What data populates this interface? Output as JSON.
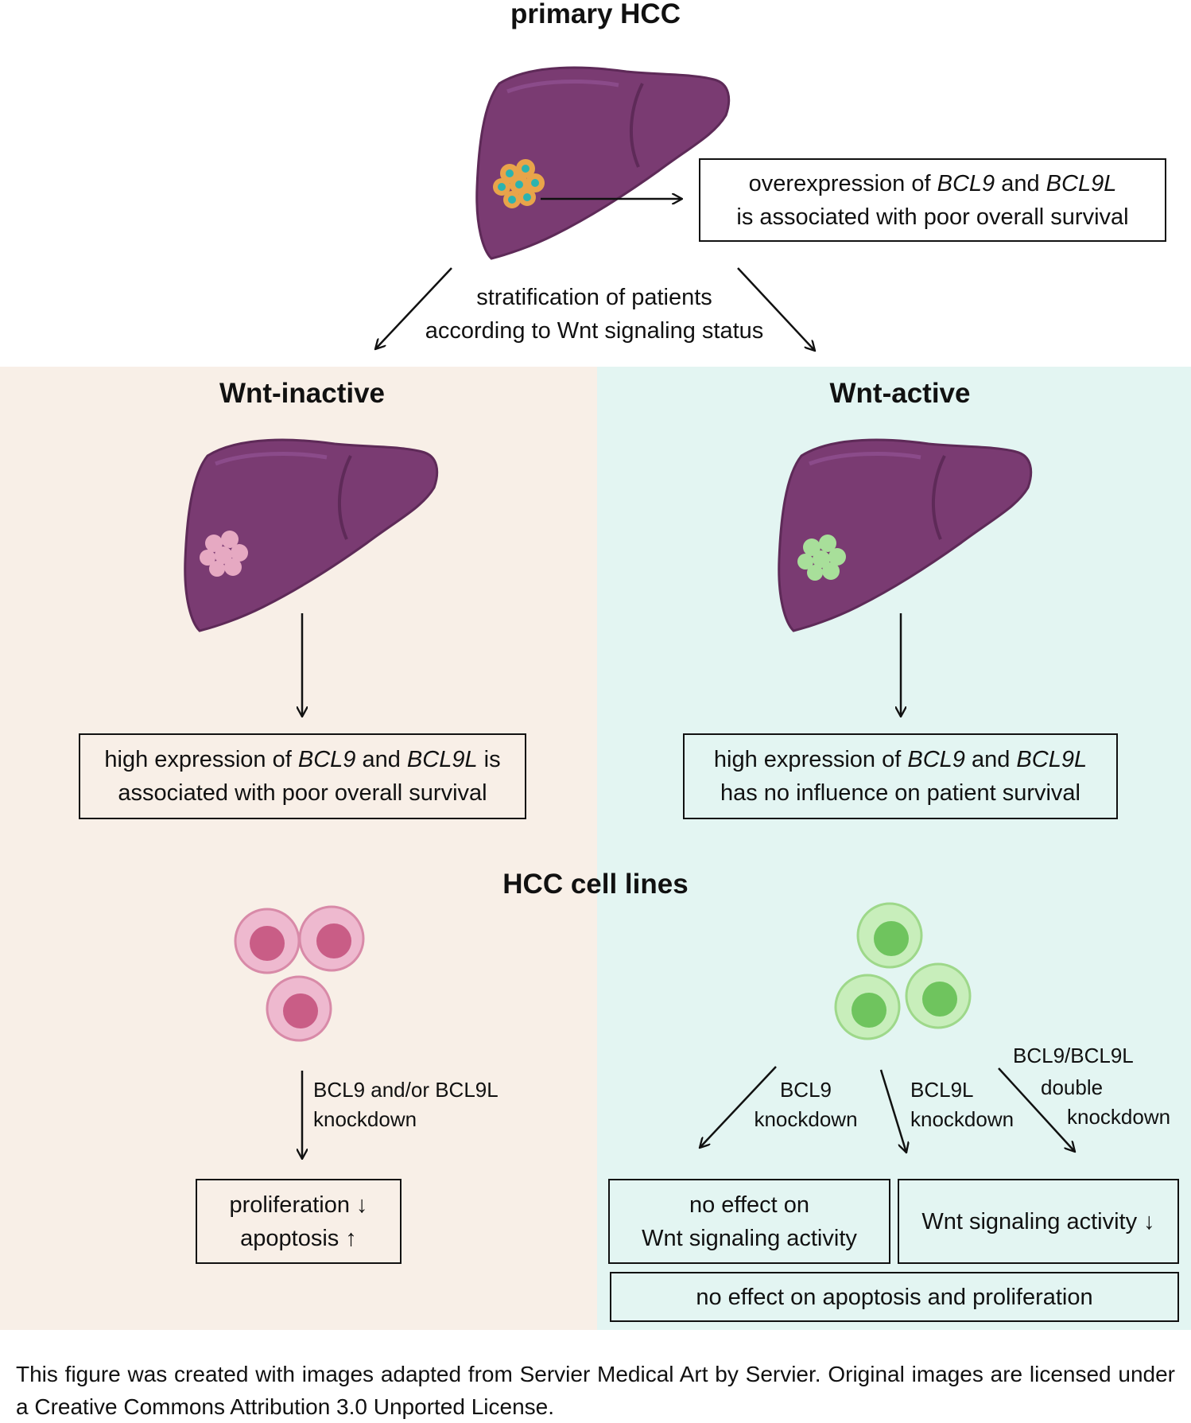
{
  "top_title": "primary HCC",
  "top_box": {
    "line1_pre": "overexpression of ",
    "line1_gene1": "BCL9",
    "line1_mid": " and ",
    "line1_gene2": "BCL9L",
    "line2": "is associated with poor overall survival"
  },
  "stratification": {
    "line1": "stratification of patients",
    "line2": "according to Wnt signaling status"
  },
  "left_panel": {
    "title": "Wnt-inactive",
    "box": {
      "line1_pre": "high expression of ",
      "gene1": "BCL9",
      "mid": " and ",
      "gene2": "BCL9L",
      "line1_post": " is",
      "line2": "associated with poor overall survival"
    },
    "knockdown": {
      "line1": "BCL9 and/or BCL9L",
      "line2": "knockdown"
    },
    "result": {
      "line1": "proliferation ↓",
      "line2": "apoptosis ↑"
    }
  },
  "right_panel": {
    "title": "Wnt-active",
    "box": {
      "line1_pre": "high expression of ",
      "gene1": "BCL9",
      "mid": " and ",
      "gene2": "BCL9L",
      "line2": "has no influence on patient survival"
    },
    "kd1": {
      "line1": "BCL9",
      "line2": "knockdown"
    },
    "kd2": {
      "line1": "BCL9L",
      "line2": "knockdown"
    },
    "kd3": {
      "line1": "BCL9/BCL9L",
      "line2": "double",
      "line3": "knockdown"
    },
    "result1": {
      "line1": "no effect on",
      "line2": "Wnt signaling activity"
    },
    "result2": "Wnt signaling activity ↓",
    "result3": "no effect on apoptosis and proliferation"
  },
  "cell_lines_title": "HCC cell lines",
  "footer": "This figure was created with images adapted from Servier Medical Art by Servier. Original images are licensed under a Creative Commons Attribution 3.0 Unported License.",
  "colors": {
    "liver": "#7a3b72",
    "tumor_primary": "#e8a44a",
    "tumor_nucleus": "#2bb3b0",
    "cells_inactive": "#e6a9c2",
    "cells_active": "#a8df9a",
    "panel_left": "#f8efe7",
    "panel_right": "#e3f5f2"
  },
  "icons": [
    "liver-illustration",
    "tumor-cluster",
    "cell-illustration",
    "arrow"
  ]
}
